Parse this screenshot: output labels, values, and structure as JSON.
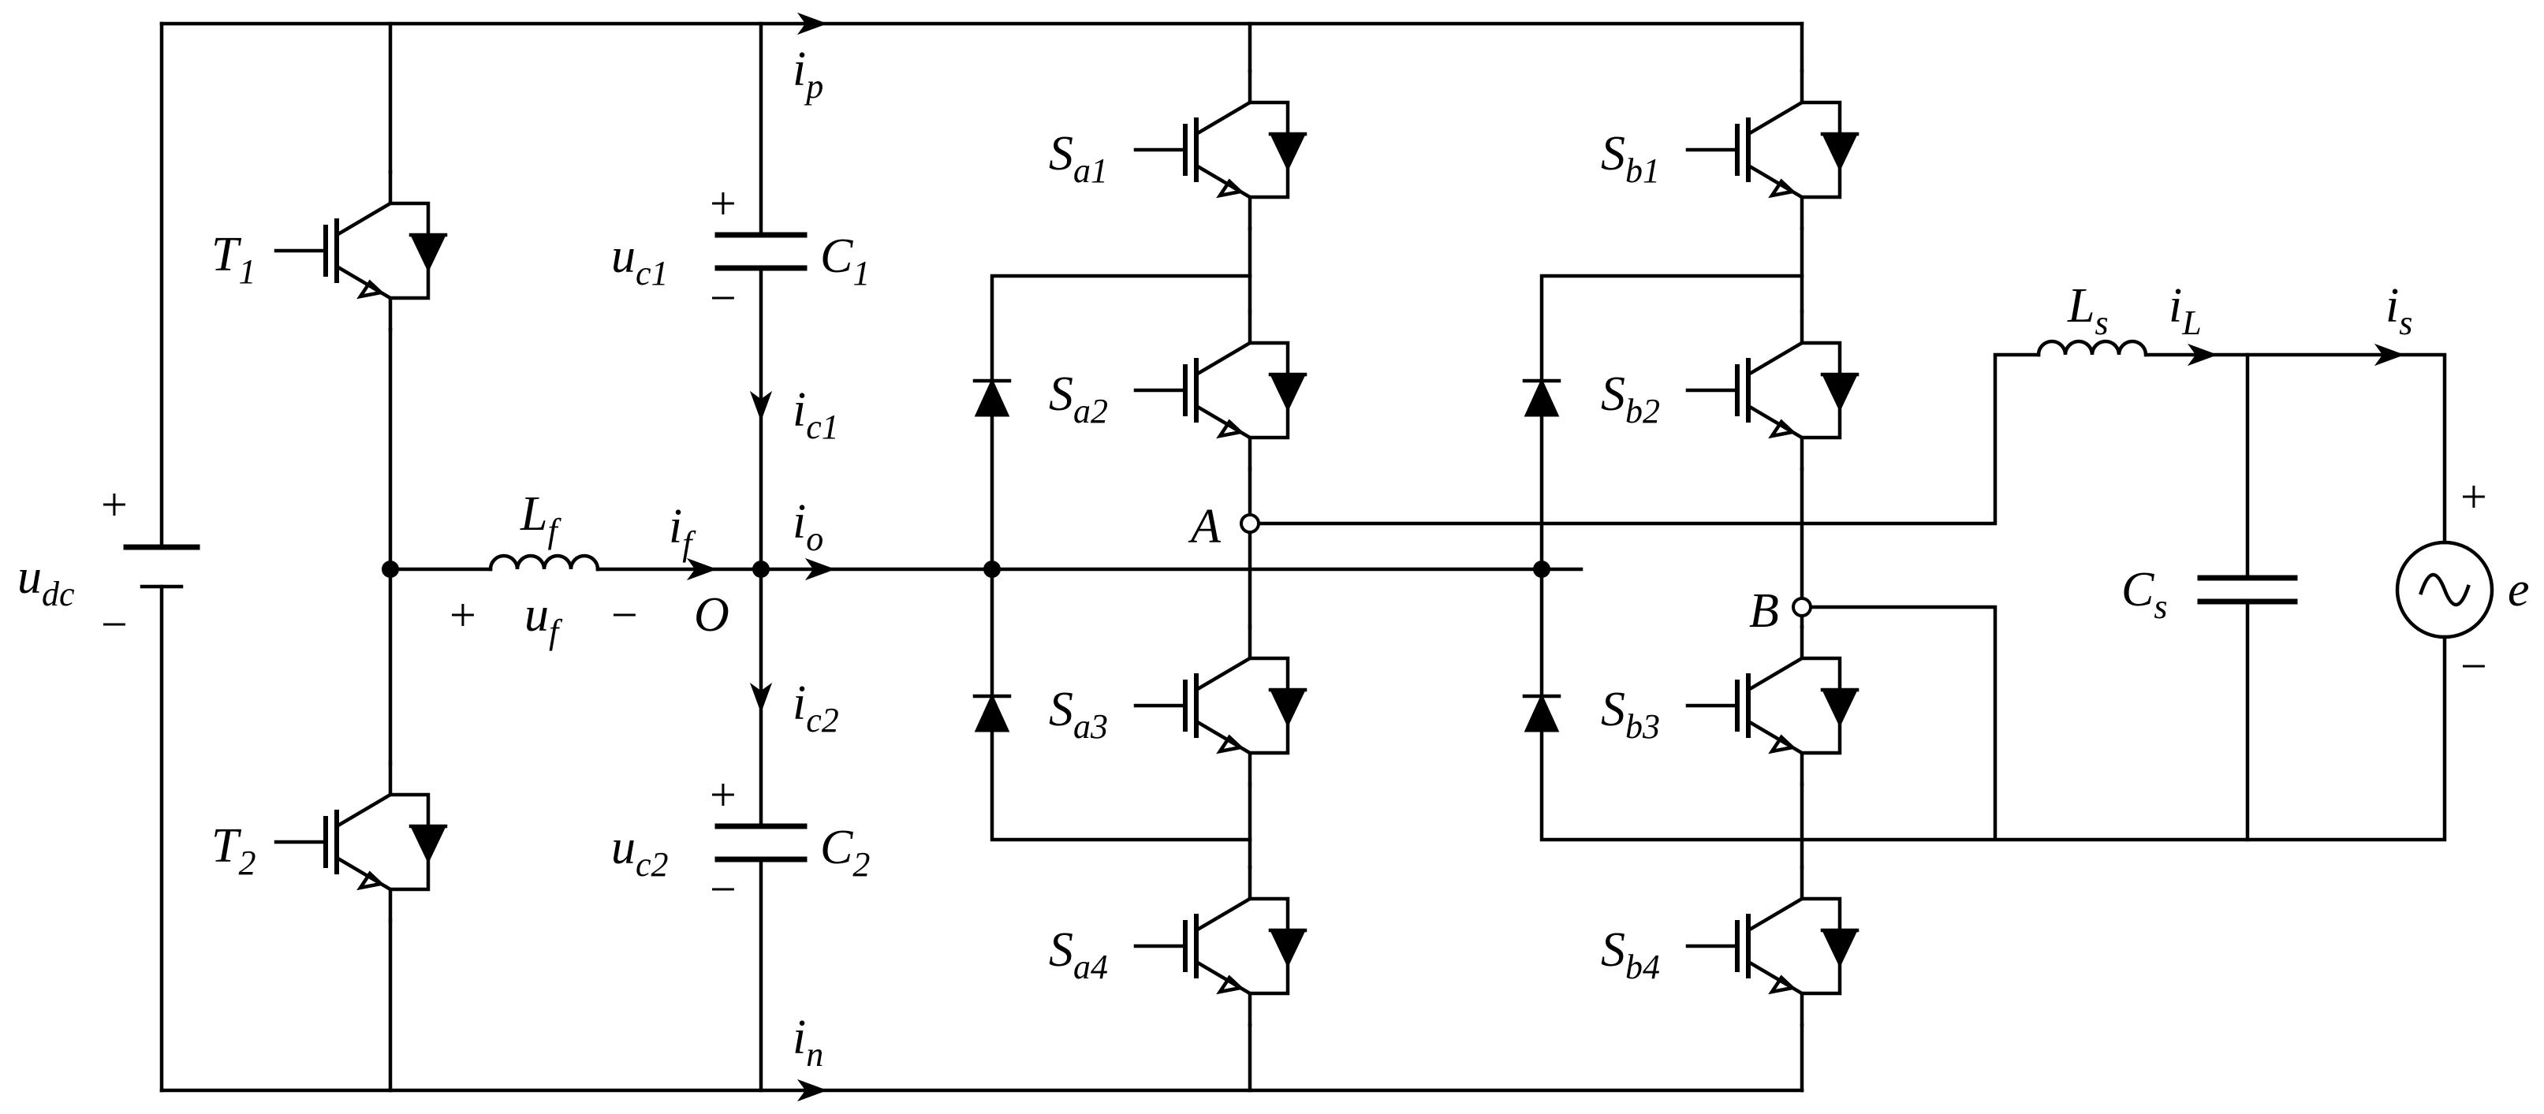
{
  "devices": {
    "T1": {
      "base": "T",
      "sub": "1"
    },
    "T2": {
      "base": "T",
      "sub": "2"
    },
    "Sa1": {
      "base": "S",
      "sub": "a1"
    },
    "Sa2": {
      "base": "S",
      "sub": "a2"
    },
    "Sa3": {
      "base": "S",
      "sub": "a3"
    },
    "Sa4": {
      "base": "S",
      "sub": "a4"
    },
    "Sb1": {
      "base": "S",
      "sub": "b1"
    },
    "Sb2": {
      "base": "S",
      "sub": "b2"
    },
    "Sb3": {
      "base": "S",
      "sub": "b3"
    },
    "Sb4": {
      "base": "S",
      "sub": "b4"
    }
  },
  "passives": {
    "C1": {
      "base": "C",
      "sub": "1"
    },
    "C2": {
      "base": "C",
      "sub": "2"
    },
    "Lf": {
      "base": "L",
      "sub": "f"
    },
    "Ls": {
      "base": "L",
      "sub": "s"
    },
    "Cs": {
      "base": "C",
      "sub": "s"
    }
  },
  "voltages": {
    "udc": {
      "base": "u",
      "sub": "dc"
    },
    "uc1": {
      "base": "u",
      "sub": "c1"
    },
    "uc2": {
      "base": "u",
      "sub": "c2"
    },
    "uf": {
      "base": "u",
      "sub": "f"
    },
    "e": "e"
  },
  "currents": {
    "ip": {
      "base": "i",
      "sub": "p"
    },
    "in": {
      "base": "i",
      "sub": "n"
    },
    "ic1": {
      "base": "i",
      "sub": "c1"
    },
    "ic2": {
      "base": "i",
      "sub": "c2"
    },
    "if": {
      "base": "i",
      "sub": "f"
    },
    "io": {
      "base": "i",
      "sub": "o"
    },
    "iL": {
      "base": "i",
      "sub": "L"
    },
    "is": {
      "base": "i",
      "sub": "s"
    }
  },
  "nodes": {
    "O": "O",
    "A": "A",
    "B": "B"
  },
  "signs": {
    "plus": "+",
    "minus": "−"
  }
}
